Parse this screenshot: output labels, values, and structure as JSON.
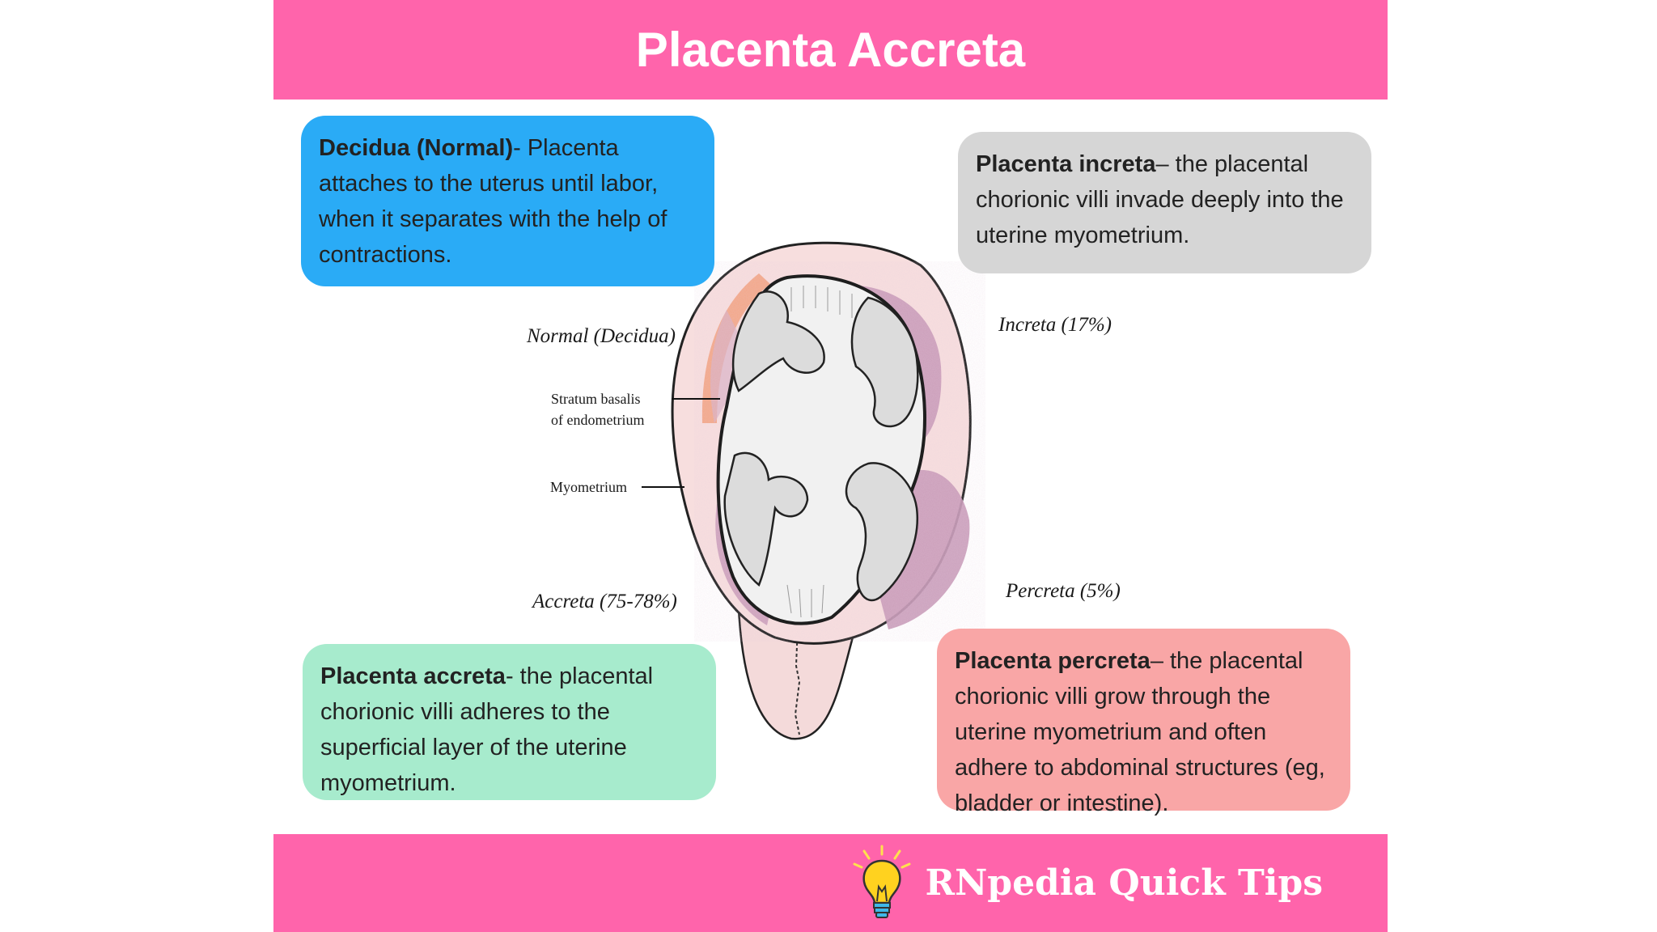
{
  "header": {
    "title": "Placenta Accreta"
  },
  "boxes": {
    "decidua": {
      "term": "Decidua (Normal)",
      "text": "- Placenta attaches to the uterus until labor, when it separates with the help of contractions."
    },
    "increta": {
      "term": "Placenta increta",
      "text": "– the placental chorionic villi invade deeply into the uterine myometrium."
    },
    "accreta": {
      "term": "Placenta accreta",
      "text": "- the placental chorionic villi adheres to the superficial layer of the uterine myometrium."
    },
    "percreta": {
      "term": "Placenta percreta",
      "text": "– the placental chorionic villi grow through the uterine myometrium and often adhere to abdominal structures (eg, bladder or intestine)."
    }
  },
  "diagram": {
    "labels": {
      "normal": "Normal (Decidua)",
      "increta": "Increta (17%)",
      "accreta": "Accreta (75-78%)",
      "percreta": "Percreta (5%)",
      "stratum_line1": "Stratum basalis",
      "stratum_line2": "of endometrium",
      "myometrium": "Myometrium"
    }
  },
  "footer": {
    "brand": "RNpedia Quick Tips",
    "icon": "lightbulb-icon"
  },
  "colors": {
    "band": "#ff64ab",
    "decidua_box": "#2aabf6",
    "increta_box": "#d6d6d6",
    "accreta_box": "#a7ebcd",
    "percreta_box": "#f9a6a6",
    "invasion_tissue": "#c89ab8"
  }
}
